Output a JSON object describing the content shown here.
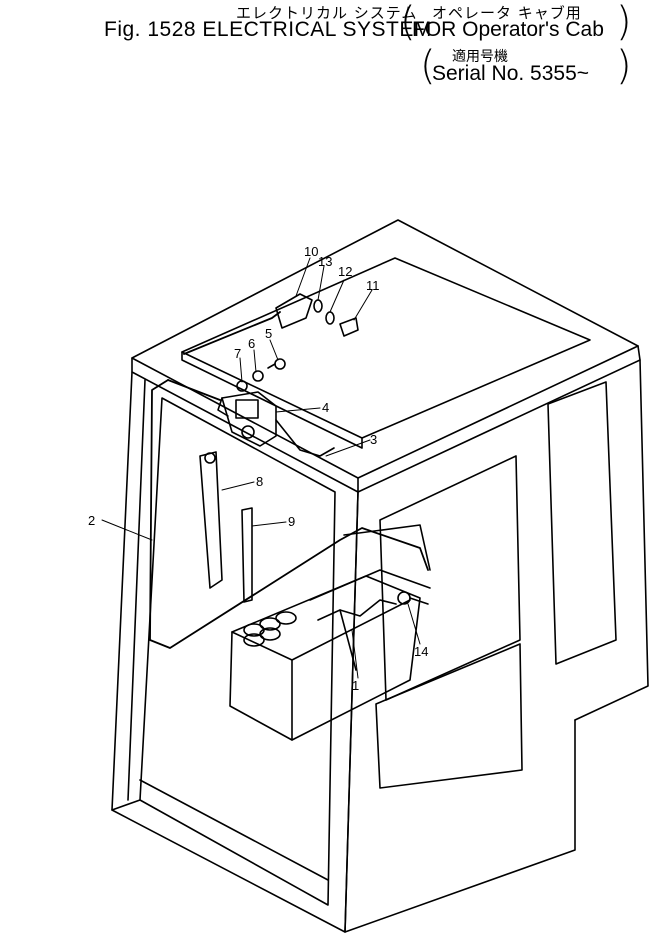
{
  "header": {
    "title_jp": "エレクトリカル システム",
    "fig_label": "Fig. 1528  ELECTRICAL  SYSTEM",
    "cab_jp": "オペレータ キャブ用",
    "cab_en": "FOR Operator's Cab",
    "serial_jp": "適用号機",
    "serial_en": "Serial  No. 5355~"
  },
  "parts": [
    {
      "id": "1",
      "label": "1"
    },
    {
      "id": "2",
      "label": "2"
    },
    {
      "id": "3",
      "label": "3"
    },
    {
      "id": "4",
      "label": "4"
    },
    {
      "id": "5",
      "label": "5"
    },
    {
      "id": "6",
      "label": "6"
    },
    {
      "id": "7",
      "label": "7"
    },
    {
      "id": "8",
      "label": "8"
    },
    {
      "id": "9",
      "label": "9"
    },
    {
      "id": "10",
      "label": "10"
    },
    {
      "id": "11",
      "label": "11"
    },
    {
      "id": "12",
      "label": "12"
    },
    {
      "id": "13",
      "label": "13"
    },
    {
      "id": "14",
      "label": "14"
    }
  ]
}
